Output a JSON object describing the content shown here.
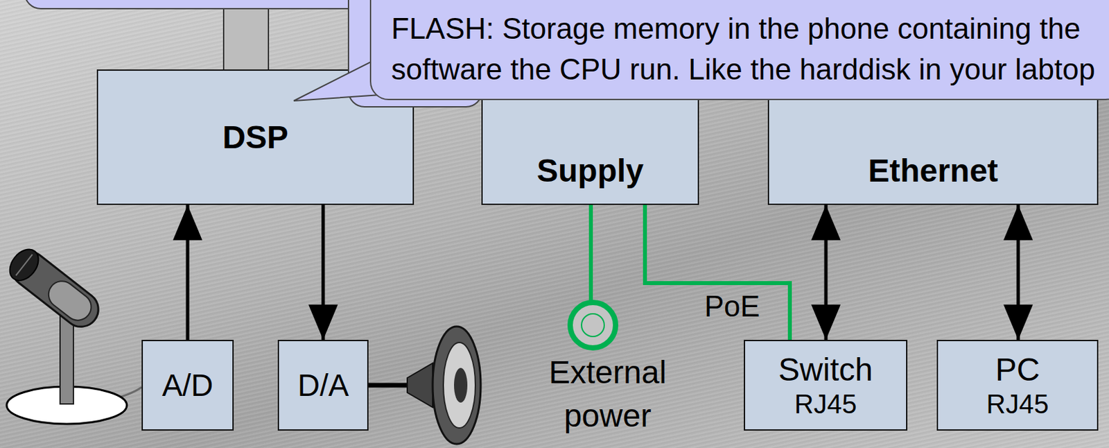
{
  "diagram": {
    "nodes": [
      {
        "text": [
          "FLASH: Storage memory in the phone containing the software the CPU run. Like the harddisk in your labtop"
        ]
      },
      {
        "text": [
          "DSP"
        ]
      },
      {
        "text": [
          "Supply"
        ]
      },
      {
        "text": [
          "Ethernet"
        ]
      },
      {
        "text": [
          "A/D"
        ]
      },
      {
        "text": [
          "D/A"
        ]
      },
      {
        "text": [
          "External power"
        ]
      },
      {
        "text": [
          "Switch",
          "RJ45"
        ]
      },
      {
        "text": [
          "PC",
          "RJ45"
        ]
      }
    ],
    "edges": [
      {
        "from": 4,
        "to": 1,
        "arrow": "to"
      },
      {
        "from": 1,
        "to": 5,
        "arrow": "to"
      },
      {
        "from": 2,
        "to": 6,
        "arrow": "none"
      },
      {
        "from": 2,
        "to": 7,
        "arrow": "none",
        "label": "PoE"
      },
      {
        "from": 3,
        "to": 7,
        "arrow": "both"
      },
      {
        "from": 3,
        "to": 8,
        "arrow": "both"
      }
    ]
  }
}
